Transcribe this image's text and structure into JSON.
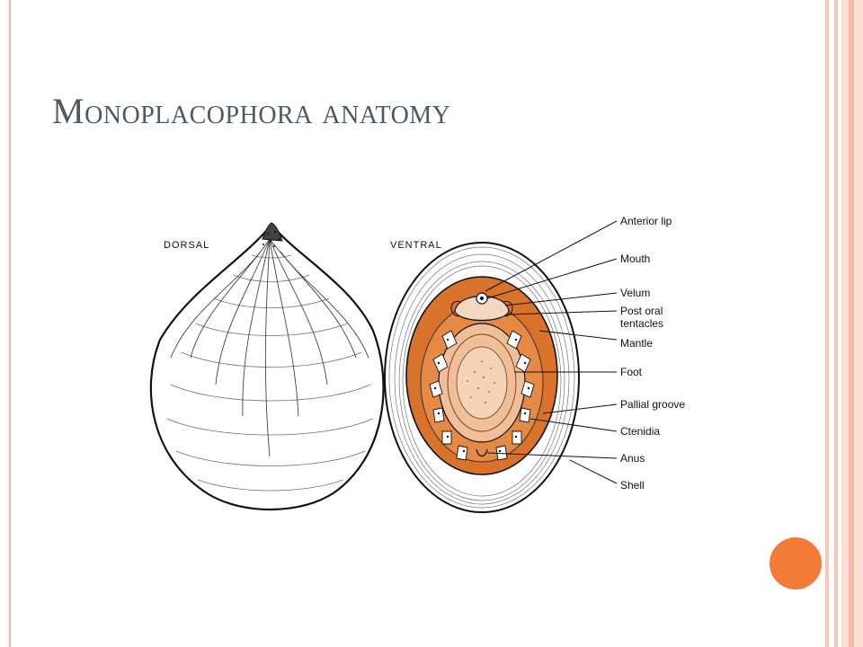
{
  "slide": {
    "title": "Monoplacophora anatomy"
  },
  "diagram": {
    "views": {
      "dorsal": "DORSAL",
      "ventral": "VENTRAL"
    },
    "labels": [
      "Anterior lip",
      "Mouth",
      "Velum",
      "Post oral",
      "tentacles",
      "Mantle",
      "Foot",
      "Pallial groove",
      "Ctenidia",
      "Anus",
      "Shell"
    ]
  },
  "colors": {
    "title": "#4d5963",
    "accent": "#f47a38",
    "mantle": "#d9722a",
    "foot": "#f3c7a4"
  }
}
